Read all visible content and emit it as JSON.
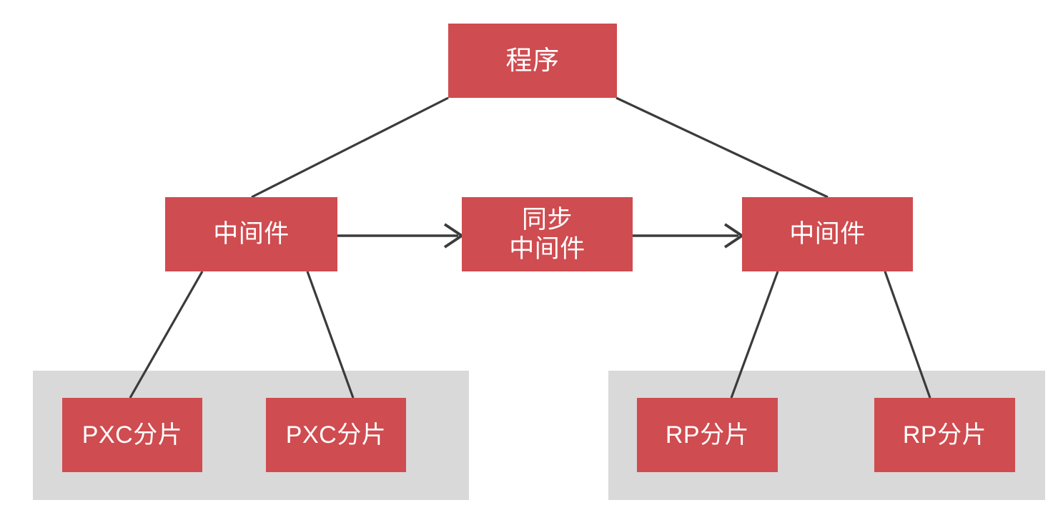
{
  "diagram": {
    "title": "",
    "colors": {
      "node_fill": "#cf4c50",
      "node_text": "#ffffff",
      "group_fill": "#d9d9d9",
      "edge_stroke": "#3b3b3b",
      "background": "#ffffff"
    },
    "nodes": {
      "app": {
        "label": "程序"
      },
      "middleware_left": {
        "label": "中间件"
      },
      "sync_middleware": {
        "label": "同步\n中间件"
      },
      "middleware_right": {
        "label": "中间件"
      },
      "pxc_shard_1": {
        "label": "PXC分片"
      },
      "pxc_shard_2": {
        "label": "PXC分片"
      },
      "rp_shard_1": {
        "label": "RP分片"
      },
      "rp_shard_2": {
        "label": "RP分片"
      }
    },
    "groups": {
      "pxc_cluster": {
        "label": ""
      },
      "rp_cluster": {
        "label": ""
      }
    },
    "edges": [
      {
        "from": "app",
        "to": "middleware_left",
        "type": "line"
      },
      {
        "from": "app",
        "to": "middleware_right",
        "type": "line"
      },
      {
        "from": "middleware_left",
        "to": "sync_middleware",
        "type": "arrow"
      },
      {
        "from": "sync_middleware",
        "to": "middleware_right",
        "type": "arrow"
      },
      {
        "from": "middleware_left",
        "to": "pxc_shard_1",
        "type": "line"
      },
      {
        "from": "middleware_left",
        "to": "pxc_shard_2",
        "type": "line"
      },
      {
        "from": "middleware_right",
        "to": "rp_shard_1",
        "type": "line"
      },
      {
        "from": "middleware_right",
        "to": "rp_shard_2",
        "type": "line"
      }
    ]
  }
}
